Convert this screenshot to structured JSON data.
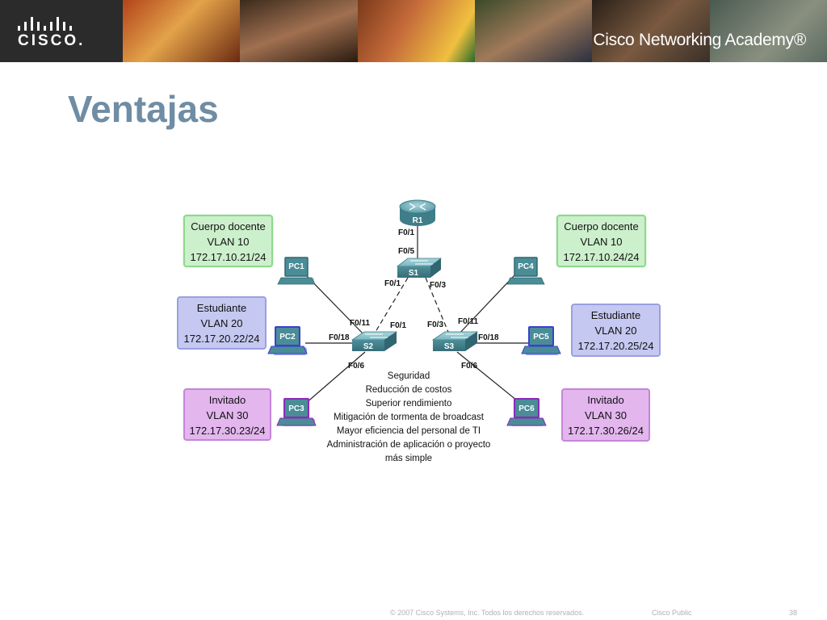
{
  "header": {
    "logo": "CISCO.",
    "brand": "Cisco Networking Academy®"
  },
  "title": "Ventajas",
  "diagram": {
    "router": "R1",
    "switches": {
      "s1": "S1",
      "s2": "S2",
      "s3": "S3"
    },
    "pcs": {
      "pc1": "PC1",
      "pc2": "PC2",
      "pc3": "PC3",
      "pc4": "PC4",
      "pc5": "PC5",
      "pc6": "PC6"
    },
    "ports": {
      "r1_f01": "F0/1",
      "s1_f05": "F0/5",
      "s1_f01": "F0/1",
      "s1_f03": "F0/3",
      "s2_f011": "F0/11",
      "s2_f01": "F0/1",
      "s2_f018": "F0/18",
      "s2_f06": "F0/6",
      "s3_f03": "F0/3",
      "s3_f011": "F0/11",
      "s3_f018": "F0/18",
      "s3_f06": "F0/6"
    },
    "vlan_boxes": {
      "left_faculty": {
        "role": "Cuerpo docente",
        "vlan": "VLAN 10",
        "ip": "172.17.10.21/24"
      },
      "left_student": {
        "role": "Estudiante",
        "vlan": "VLAN 20",
        "ip": "172.17.20.22/24"
      },
      "left_guest": {
        "role": "Invitado",
        "vlan": "VLAN 30",
        "ip": "172.17.30.23/24"
      },
      "right_faculty": {
        "role": "Cuerpo docente",
        "vlan": "VLAN 10",
        "ip": "172.17.10.24/24"
      },
      "right_student": {
        "role": "Estudiante",
        "vlan": "VLAN 20",
        "ip": "172.17.20.25/24"
      },
      "right_guest": {
        "role": "Invitado",
        "vlan": "VLAN 30",
        "ip": "172.17.30.26/24"
      }
    },
    "benefits": [
      "Seguridad",
      "Reducción de costos",
      "Superior rendimiento",
      "Mitigación de tormenta de broadcast",
      "Mayor eficiencia del personal de TI",
      "Administración de aplicación o proyecto",
      "más simple"
    ],
    "colors": {
      "vlan10": "#ccf0cc",
      "vlan20": "#c5c8f0",
      "vlan30": "#e3b6ee",
      "device": "#5f9ea8"
    }
  },
  "footer": {
    "copyright": "© 2007 Cisco Systems, Inc. Todos los derechos reservados.",
    "classification": "Cisco Public",
    "page": "38"
  }
}
